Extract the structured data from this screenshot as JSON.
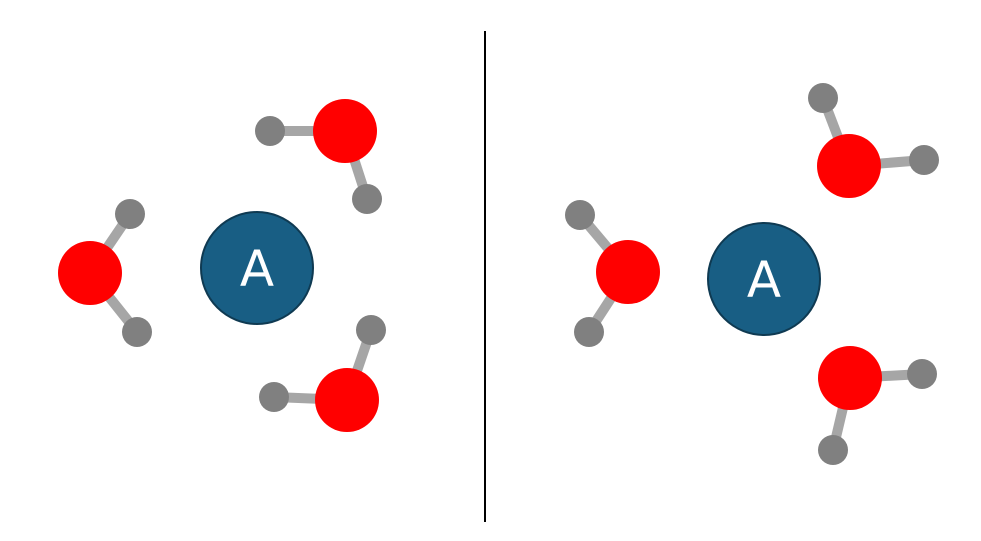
{
  "colors": {
    "background": "#ffffff",
    "oxygen": "#ff0000",
    "hydrogen": "#808080",
    "bond": "#a6a6a6",
    "ion_fill": "#185e84",
    "ion_stroke": "#0f3a52",
    "ion_text": "#ffffff",
    "divider": "#000000"
  },
  "panels": [
    {
      "id": "left",
      "ion_label": "A",
      "water_molecule_count": 3
    },
    {
      "id": "right",
      "ion_label": "A",
      "water_molecule_count": 3
    }
  ]
}
